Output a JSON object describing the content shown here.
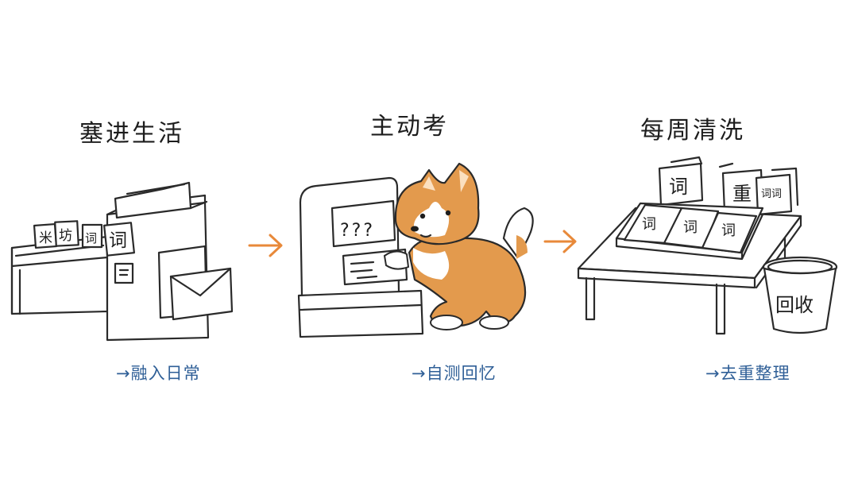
{
  "steps": [
    {
      "title": "塞进生活",
      "caption": "→融入日常",
      "cards": [
        "米",
        "坊",
        "词",
        "词"
      ]
    },
    {
      "title": "主动考",
      "caption": "→自测回忆",
      "screen_text": "???"
    },
    {
      "title": "每周清洗",
      "caption": "→去重整理",
      "cards": [
        "词",
        "重",
        "词词",
        "词",
        "词",
        "词"
      ],
      "bin_label": "回收"
    }
  ],
  "colors": {
    "arrow": "#e8893a",
    "caption": "#2f5f97",
    "corgi_orange": "#e39a4d"
  }
}
